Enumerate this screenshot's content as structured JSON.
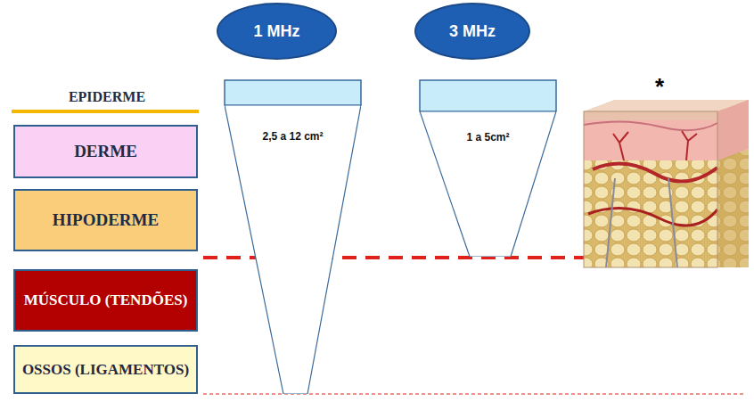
{
  "diagram": {
    "nodes": [
      {
        "text": [
          "1 MHz"
        ]
      },
      {
        "text": [
          "3 MHz"
        ]
      },
      {
        "text": [
          "DERME"
        ]
      },
      {
        "text": [
          "HIPODERME"
        ]
      },
      {
        "text": [
          "MÚSCULO (TENDÕES)"
        ]
      },
      {
        "text": [
          "OSSOS (LIGAMENTOS)"
        ]
      },
      {
        "text": [
          "2,5 a 12 cm²"
        ]
      },
      {
        "text": [
          "1 a 5cm²"
        ]
      }
    ],
    "labels": [
      "EPIDERME",
      "*"
    ]
  }
}
